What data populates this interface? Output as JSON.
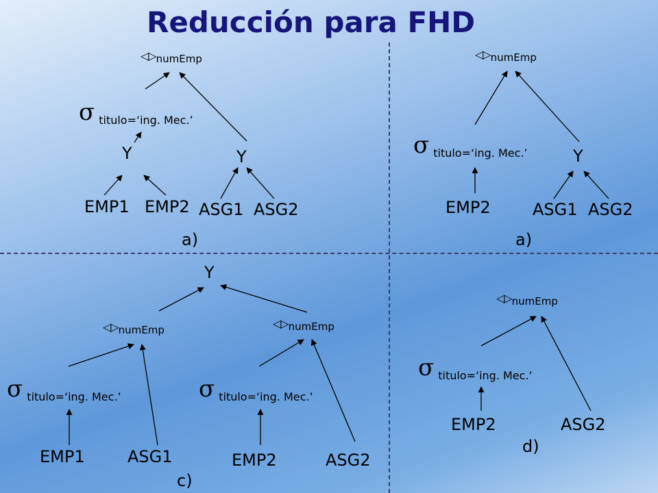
{
  "title": "Reducción para FHD",
  "symbols": {
    "sigma": "σ",
    "union": "Y",
    "join": "◁▷"
  },
  "join_attr": "numEmp",
  "selection_condition": "titulo=‘ing. Mec.’",
  "relations": {
    "emp1": "EMP1",
    "emp2": "EMP2",
    "asg1": "ASG1",
    "asg2": "ASG2"
  },
  "case_labels": {
    "top_left": "a)",
    "top_right": "a)",
    "bottom_left": "c)",
    "bottom_right": "d)"
  }
}
